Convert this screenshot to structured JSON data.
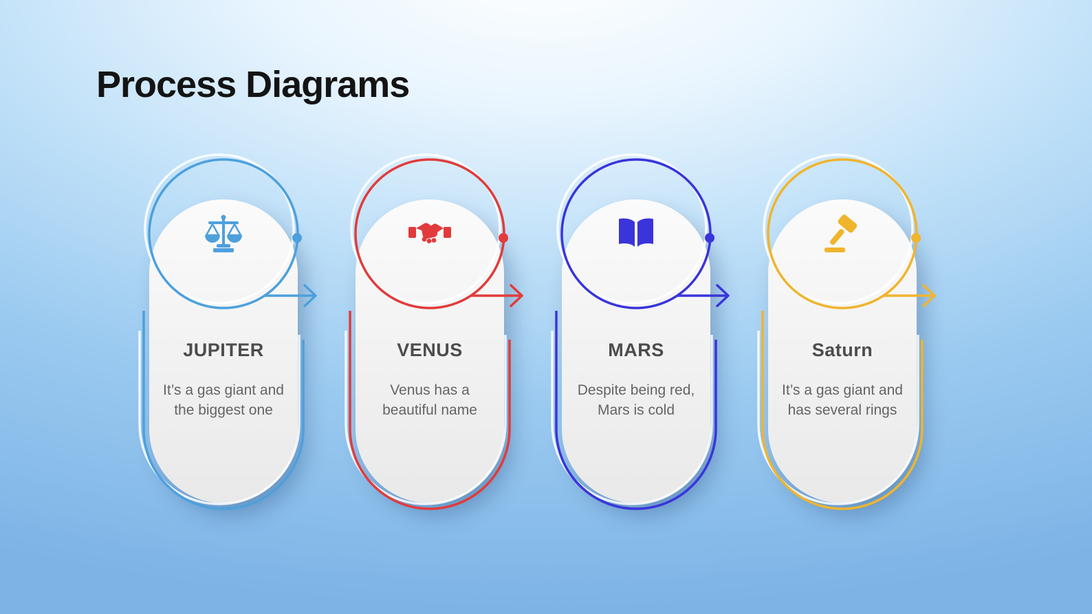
{
  "slide": {
    "title": "Process Diagrams",
    "background_center": "#e9f5fe",
    "background_edge": "#7db4e6"
  },
  "cards": [
    {
      "title": "JUPITER",
      "description": "It’s a gas giant and the biggest one",
      "accent": "#4DA0DC",
      "icon": "balance-scale-icon"
    },
    {
      "title": "VENUS",
      "description": "Venus has a beautiful name",
      "accent": "#E23B3B",
      "icon": "handshake-icon"
    },
    {
      "title": "MARS",
      "description": "Despite being red, Mars is cold",
      "accent": "#3A34DB",
      "icon": "open-book-icon"
    },
    {
      "title": "Saturn",
      "description": "It’s a gas giant and has several rings",
      "accent": "#F0B42D",
      "icon": "gavel-icon"
    }
  ]
}
